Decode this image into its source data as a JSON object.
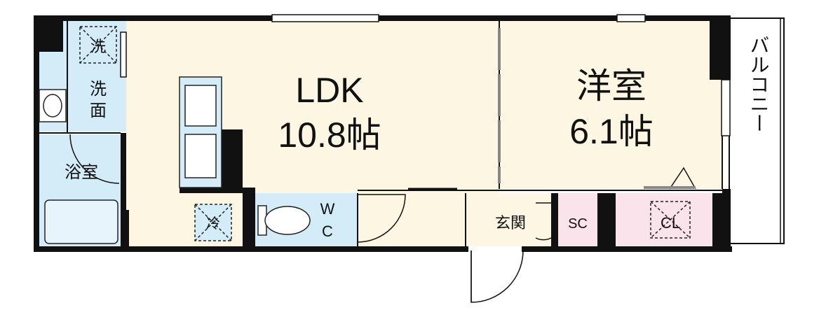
{
  "rooms": {
    "ldk": {
      "name": "LDK",
      "size": "10.8帖"
    },
    "western": {
      "name": "洋室",
      "size": "6.1帖"
    },
    "washer": "洗",
    "washroom": {
      "line1": "洗",
      "line2": "面"
    },
    "bath": "浴室",
    "fridge": "冷",
    "toilet": {
      "line1": "W",
      "line2": "C"
    },
    "entrance": "玄関",
    "shoe_closet": "SC",
    "closet": "CL",
    "balcony": "バルコニー"
  },
  "colors": {
    "wall": "#111111",
    "ldk_floor": "#fdf6e3",
    "wet_area": "#d3ecf8",
    "closet": "#fbe3ec",
    "balcony": "#ffffff"
  }
}
